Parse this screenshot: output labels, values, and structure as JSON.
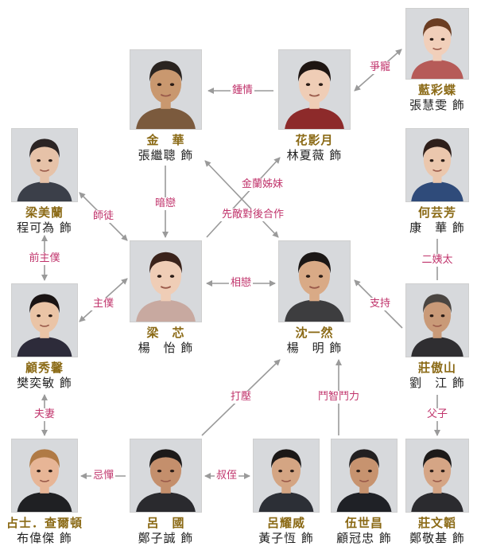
{
  "colors": {
    "character_name": "#8b6a16",
    "relation_label": "#c0336b",
    "arrow": "#9a9a9a"
  },
  "nodes": [
    {
      "id": "jinhua",
      "character": "金　華",
      "actor": "張繼聰 飾",
      "hair": "#2a2420",
      "skin": "#c9986f",
      "clothes": "#7b5a3d"
    },
    {
      "id": "huayingyue",
      "character": "花影月",
      "actor": "林夏薇 飾",
      "hair": "#1e1512",
      "skin": "#efcdb6",
      "clothes": "#8d2a2a"
    },
    {
      "id": "lancaidie",
      "character": "藍彩蝶",
      "actor": "張慧雯 飾",
      "hair": "#6b3d22",
      "skin": "#f1cfba",
      "clothes": "#b65b58"
    },
    {
      "id": "liangmeilan",
      "character": "梁美蘭",
      "actor": "程可為 飾",
      "hair": "#2b2424",
      "skin": "#e6c2a8",
      "clothes": "#3b3f49"
    },
    {
      "id": "liangxin",
      "character": "梁　芯",
      "actor": "楊　怡 飾",
      "hair": "#3a231b",
      "skin": "#efcdb6",
      "clothes": "#c8a9a0"
    },
    {
      "id": "shenyiran",
      "character": "沈一然",
      "actor": "楊　明 飾",
      "hair": "#1b1716",
      "skin": "#d9aa86",
      "clothes": "#3d3d3f"
    },
    {
      "id": "heyunfang",
      "character": "何芸芳",
      "actor": "康　華 飾",
      "hair": "#2e1f1a",
      "skin": "#ebc7ad",
      "clothes": "#2f4b7a"
    },
    {
      "id": "guxiuxin",
      "character": "顧秀馨",
      "actor": "樊奕敏 飾",
      "hair": "#1a1414",
      "skin": "#eac4a6",
      "clothes": "#2d2b3a"
    },
    {
      "id": "zhuangaoshan",
      "character": "莊傲山",
      "actor": "劉　江 飾",
      "hair": "#4a4541",
      "skin": "#c99a78",
      "clothes": "#2f2e31"
    },
    {
      "id": "zhanshi",
      "character": "占士．查爾頓",
      "actor": "布偉傑 飾",
      "hair": "#b07a45",
      "skin": "#e7b596",
      "clothes": "#1f2023"
    },
    {
      "id": "lvguo",
      "character": "呂　國",
      "actor": "鄭子誠 飾",
      "hair": "#1d1a19",
      "skin": "#c48f6c",
      "clothes": "#2a2a2e"
    },
    {
      "id": "lvyaowei",
      "character": "呂耀威",
      "actor": "黃子恆 飾",
      "hair": "#1b1817",
      "skin": "#d4a583",
      "clothes": "#2c2f36"
    },
    {
      "id": "wushichang",
      "character": "伍世昌",
      "actor": "顧冠忠 飾",
      "hair": "#232021",
      "skin": "#c7936f",
      "clothes": "#1f2126"
    },
    {
      "id": "zhuangwentao",
      "character": "莊文韜",
      "actor": "鄭敬基 飾",
      "hair": "#1d1a19",
      "skin": "#d5a585",
      "clothes": "#2b2b2f"
    }
  ],
  "relations": [
    {
      "id": "zhongqing",
      "label": "鍾情"
    },
    {
      "id": "zhengchong",
      "label": "爭寵"
    },
    {
      "id": "jinlan",
      "label": "金蘭姊妹"
    },
    {
      "id": "anlian",
      "label": "暗戀"
    },
    {
      "id": "shitu",
      "label": "師徒"
    },
    {
      "id": "xiandi",
      "label": "先敵對後合作"
    },
    {
      "id": "xianglian",
      "label": "相戀"
    },
    {
      "id": "qianzhupu",
      "label": "前主僕"
    },
    {
      "id": "zhupu",
      "label": "主僕"
    },
    {
      "id": "eryitai",
      "label": "二姨太"
    },
    {
      "id": "zhichi",
      "label": "支持"
    },
    {
      "id": "daya",
      "label": "打壓"
    },
    {
      "id": "douzhi",
      "label": "鬥智鬥力"
    },
    {
      "id": "fuqi",
      "label": "夫妻"
    },
    {
      "id": "fuzi",
      "label": "父子"
    },
    {
      "id": "jidan",
      "label": "忌憚"
    },
    {
      "id": "shuzhi",
      "label": "叔侄"
    }
  ]
}
